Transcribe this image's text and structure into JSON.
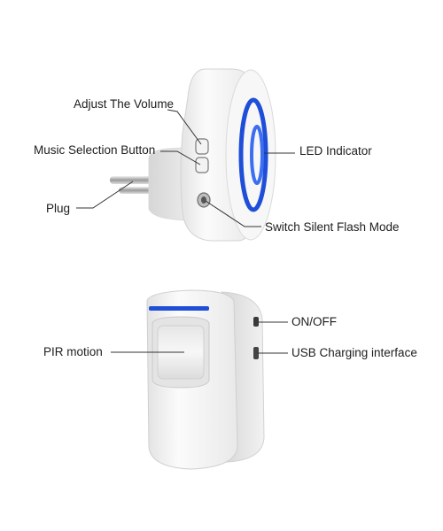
{
  "receiver": {
    "labels": {
      "adjust_volume": "Adjust The Volume",
      "music_selection": "Music Selection Button",
      "plug": "Plug",
      "led_indicator": "LED Indicator",
      "silent_flash": "Switch Silent Flash Mode"
    }
  },
  "sensor": {
    "labels": {
      "pir_motion": "PIR motion",
      "on_off": "ON/OFF",
      "usb_charging": "USB Charging interface"
    }
  },
  "colors": {
    "accent_blue": "#1f4fd8",
    "body_white": "#f4f4f4",
    "shadow_gray": "#cfcfcf",
    "leader_line": "#333333"
  }
}
